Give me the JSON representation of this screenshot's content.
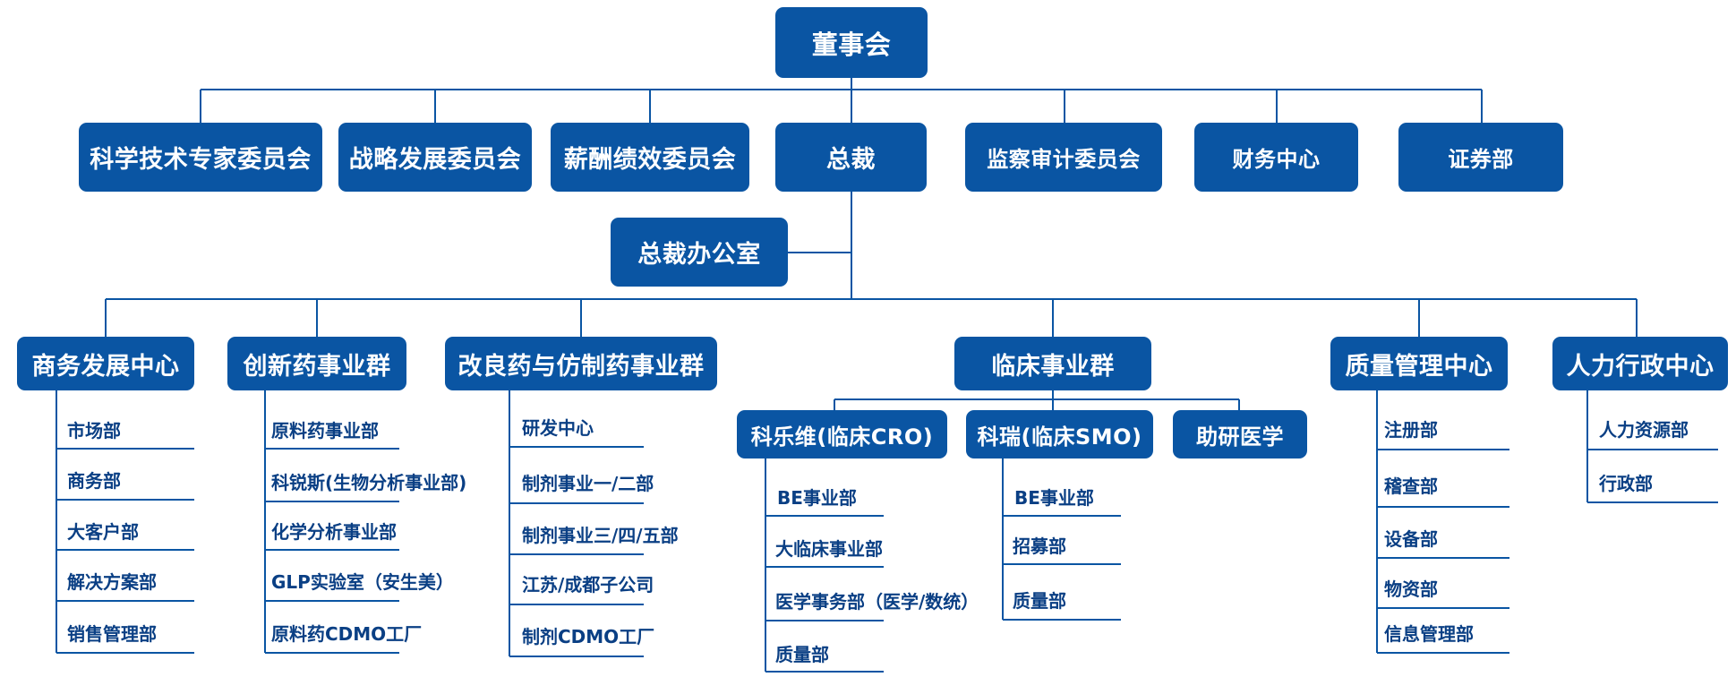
{
  "top": {
    "board": "董事会"
  },
  "committees": [
    "科学技术专家委员会",
    "战略发展委员会",
    "薪酬绩效委员会",
    "总裁",
    "监察审计委员会",
    "财务中心",
    "证券部"
  ],
  "office": "总裁办公室",
  "divisions": {
    "business": {
      "title": "商务发展中心",
      "items": [
        "市场部",
        "商务部",
        "大客户部",
        "解决方案部",
        "销售管理部"
      ]
    },
    "innovative": {
      "title": "创新药事业群",
      "items": [
        "原料药事业部",
        "科锐斯(生物分析事业部)",
        "化学分析事业部",
        "GLP实验室（安生美）",
        "原料药CDMO工厂"
      ]
    },
    "improved": {
      "title": "改良药与仿制药事业群",
      "items": [
        "研发中心",
        "制剂事业一/二部",
        "制剂事业三/四/五部",
        "江苏/成都子公司",
        "制剂CDMO工厂"
      ]
    },
    "clinical": {
      "title": "临床事业群",
      "subgroups": [
        {
          "title": "科乐维(临床CRO)",
          "items": [
            "BE事业部",
            "大临床事业部",
            "医学事务部（医学/数统）",
            "质量部"
          ]
        },
        {
          "title": "科瑞(临床SMO)",
          "items": [
            "BE事业部",
            "招募部",
            "质量部"
          ]
        },
        {
          "title": "助研医学",
          "items": []
        }
      ]
    },
    "quality": {
      "title": "质量管理中心",
      "items": [
        "注册部",
        "稽查部",
        "设备部",
        "物资部",
        "信息管理部"
      ]
    },
    "hr": {
      "title": "人力行政中心",
      "items": [
        "人力资源部",
        "行政部"
      ]
    }
  },
  "colors": {
    "box": "#0a55a3",
    "line": "#0a55a3",
    "text_on_box": "#ffffff",
    "item_text": "#0a3f84"
  }
}
